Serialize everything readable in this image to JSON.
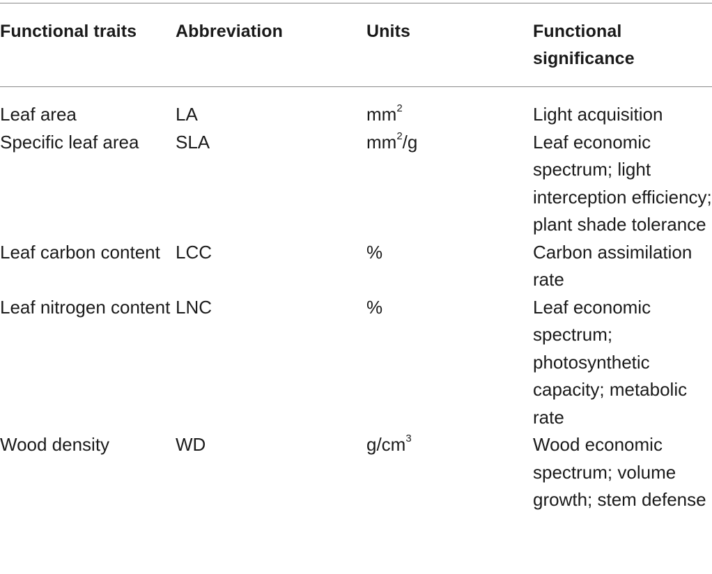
{
  "table": {
    "headers": {
      "trait": "Functional traits",
      "abbreviation": "Abbreviation",
      "units": "Units",
      "significance": "Functional significance"
    },
    "rows": [
      {
        "trait": "Leaf area",
        "abbreviation": "LA",
        "units_base": "mm",
        "units_sup": "2",
        "units_after": "",
        "significance": "Light acquisition"
      },
      {
        "trait": "Specific leaf area",
        "abbreviation": "SLA",
        "units_base": "mm",
        "units_sup": "2",
        "units_after": "/g",
        "significance": "Leaf economic spectrum; light interception efficiency; plant shade tolerance"
      },
      {
        "trait": "Leaf carbon content",
        "abbreviation": "LCC",
        "units_base": "%",
        "units_sup": "",
        "units_after": "",
        "significance": "Carbon assimilation rate"
      },
      {
        "trait": "Leaf nitrogen content",
        "abbreviation": "LNC",
        "units_base": "%",
        "units_sup": "",
        "units_after": "",
        "significance": "Leaf economic spectrum; photosynthetic capacity; metabolic rate"
      },
      {
        "trait": "Wood density",
        "abbreviation": "WD",
        "units_base": "g/cm",
        "units_sup": "3",
        "units_after": "",
        "significance": "Wood economic spectrum; volume growth; stem defense"
      }
    ]
  }
}
